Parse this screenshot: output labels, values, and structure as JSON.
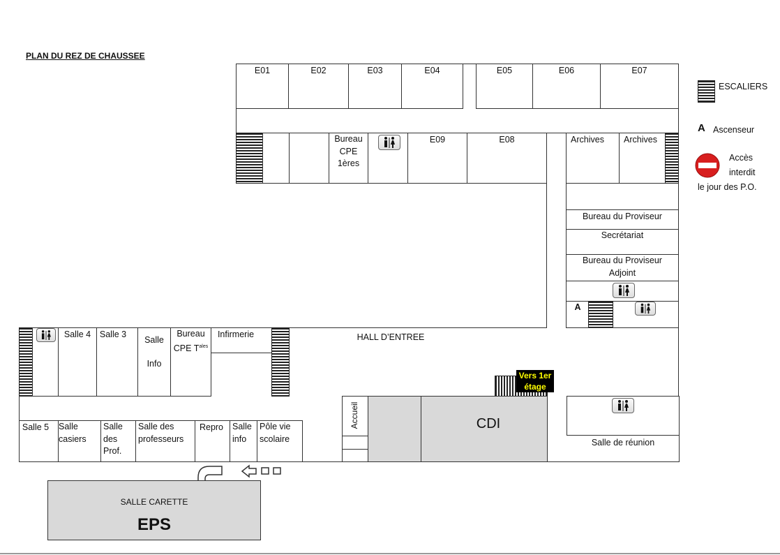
{
  "title": "PLAN DU REZ DE CHAUSSEE",
  "legend": {
    "stairs_label": "ESCALIERS",
    "elevator_symbol": "A",
    "elevator_label": "Ascenseur",
    "no_entry_line1": "Accès",
    "no_entry_line2": "interdit",
    "no_entry_line3": "le jour des P.O.",
    "no_entry_color": "#d81e1e"
  },
  "rooms_top": [
    "E01",
    "E02",
    "E03",
    "E04",
    "E05",
    "E06",
    "E07"
  ],
  "rooms_second": {
    "cpe1": "Bureau CPE 1ères",
    "e09": "E09",
    "e08": "E08",
    "archives1": "Archives",
    "archives2": "Archives"
  },
  "admin": {
    "proviseur": "Bureau du Proviseur",
    "secretariat": "Secrétariat",
    "adjoint": "Bureau du Proviseur Adjoint",
    "elevator": "A"
  },
  "west_wing": {
    "salle4": "Salle 4",
    "salle3": "Salle 3",
    "salle_info": "Salle Info",
    "cpe_tales_main": "Bureau CPE T",
    "cpe_tales_sup": "ales",
    "infirmerie": "Infirmerie"
  },
  "hall": "HALL D’ENTREE",
  "upstairs": {
    "line1": "Vers 1er",
    "line2": "étage",
    "bg": "#000000",
    "fg": "#ffff00"
  },
  "south_wing": {
    "salle5": "Salle 5",
    "casiers": "Salle casiers",
    "des_prof": "Salle des Prof.",
    "professeurs": "Salle des professeurs",
    "repro": "Repro",
    "info": "Salle info",
    "pole": "Pôle vie scolaire"
  },
  "accueil": "Accueil",
  "cdi": "CDI",
  "reunion": "Salle de réunion",
  "carette": {
    "name": "SALLE CARETTE",
    "eps": "EPS"
  },
  "colors": {
    "grey_block": "#d9d9d9",
    "wall": "#333333"
  }
}
